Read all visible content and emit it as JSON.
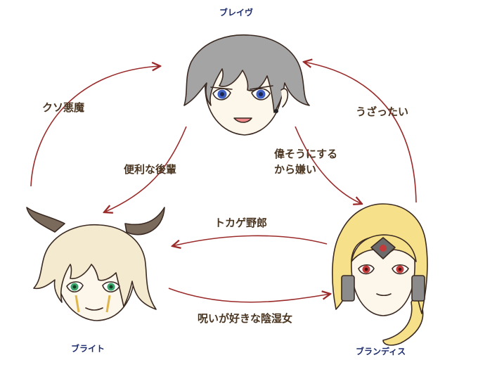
{
  "nodes": {
    "blaze": {
      "name": "ブレイヴ"
    },
    "blight": {
      "name": "ブライト"
    },
    "blandys": {
      "name": "ブランディス"
    }
  },
  "edges": {
    "blight_to_blaze": {
      "label": "クソ悪魔"
    },
    "blaze_to_blight": {
      "label": "便利な後輩"
    },
    "blaze_to_blandys": {
      "label_line1": "偉そうにする",
      "label_line2": "から嫌い"
    },
    "blandys_to_blaze": {
      "label": "うざったい"
    },
    "blandys_to_blight": {
      "label": "トカゲ野郎"
    },
    "blight_to_blandys": {
      "label": "呪いが好きな陰湿女"
    }
  },
  "colors": {
    "arrow": "#9b2b2b",
    "label_text": "#4a3521",
    "name_text": "#1b2a6b",
    "blaze_hair": "#a4a4a4",
    "blight_hair": "#f3ead0",
    "blandys_hair": "#f6e08a",
    "skin": "#fdf6ea"
  }
}
